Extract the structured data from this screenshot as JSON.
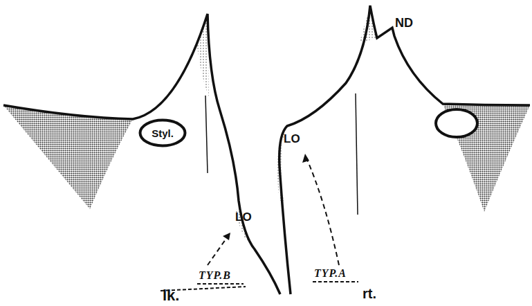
{
  "diagram": {
    "nodes": [
      {
        "text": [
          "Styl."
        ]
      }
    ],
    "labels": [
      "ND",
      "LO",
      "LO",
      "TYP.B",
      "TYP.A",
      "lk.",
      "rt."
    ]
  }
}
